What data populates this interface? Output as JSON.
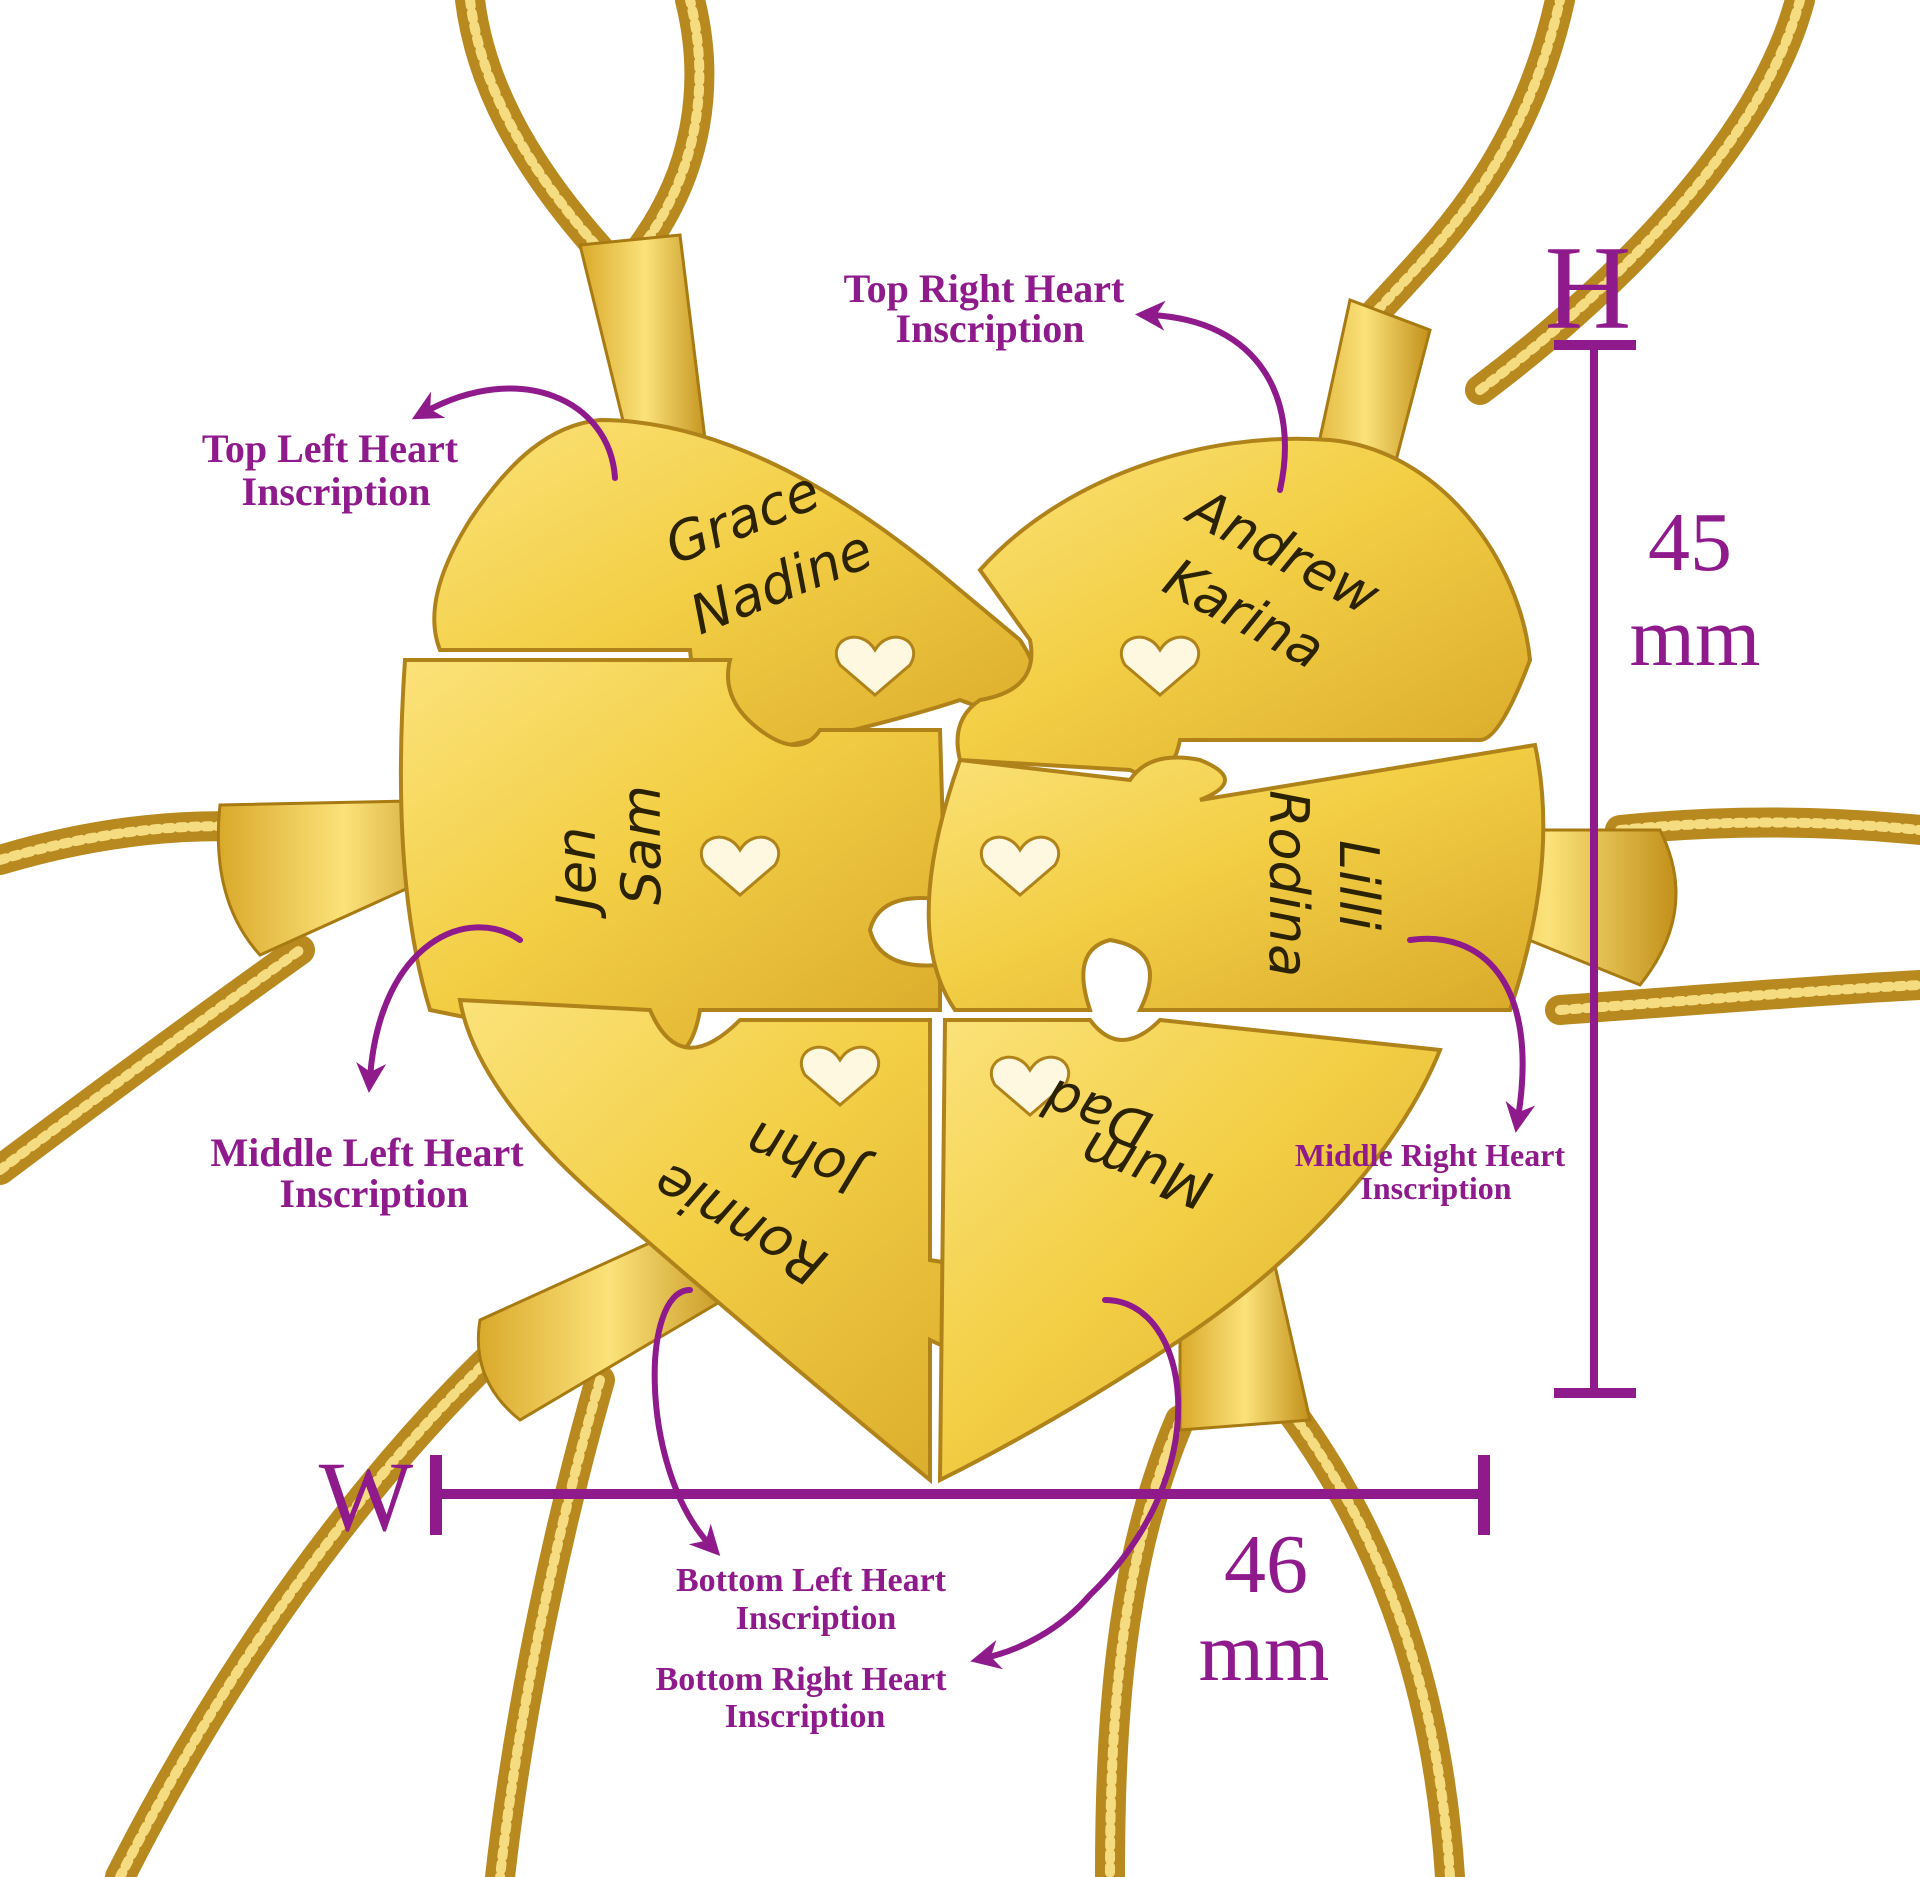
{
  "annotations": {
    "top_left": [
      "Top Left Heart",
      "Inscription"
    ],
    "top_right": [
      "Top Right Heart",
      "Inscription"
    ],
    "middle_left": [
      "Middle Left Heart",
      "Inscription"
    ],
    "middle_right": [
      "Middle Right Heart",
      "Inscription"
    ],
    "bottom_left": [
      "Bottom Left Heart",
      "Inscription"
    ],
    "bottom_right": [
      "Bottom Right Heart",
      "Inscription"
    ]
  },
  "dimensions": {
    "height_letter": "H",
    "height_value": "45",
    "height_unit": "mm",
    "width_letter": "W",
    "width_value": "46",
    "width_unit": "mm"
  },
  "engravings": {
    "top_left": [
      "Grace",
      "Nadine"
    ],
    "top_right": [
      "Andrew",
      "Karina"
    ],
    "middle_left": [
      "Jen",
      "Sam"
    ],
    "middle_right": [
      "Lilli",
      "Rodina"
    ],
    "bottom_left": [
      "John",
      "Ronnie"
    ],
    "bottom_right": [
      "Dad",
      "Mum"
    ]
  },
  "colors": {
    "annotation": "#8e1a8c",
    "gold": "#f2cf4a",
    "gold_dark": "#c99a1a",
    "background": "#ffffff"
  }
}
